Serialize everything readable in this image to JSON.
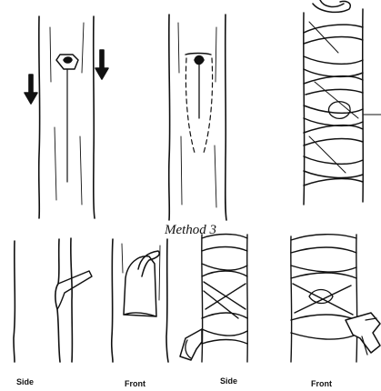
{
  "caption": "Method 3",
  "labels": {
    "side_1": "Side",
    "front_1": "Front",
    "side_2": "Side",
    "front_2": "Front"
  }
}
